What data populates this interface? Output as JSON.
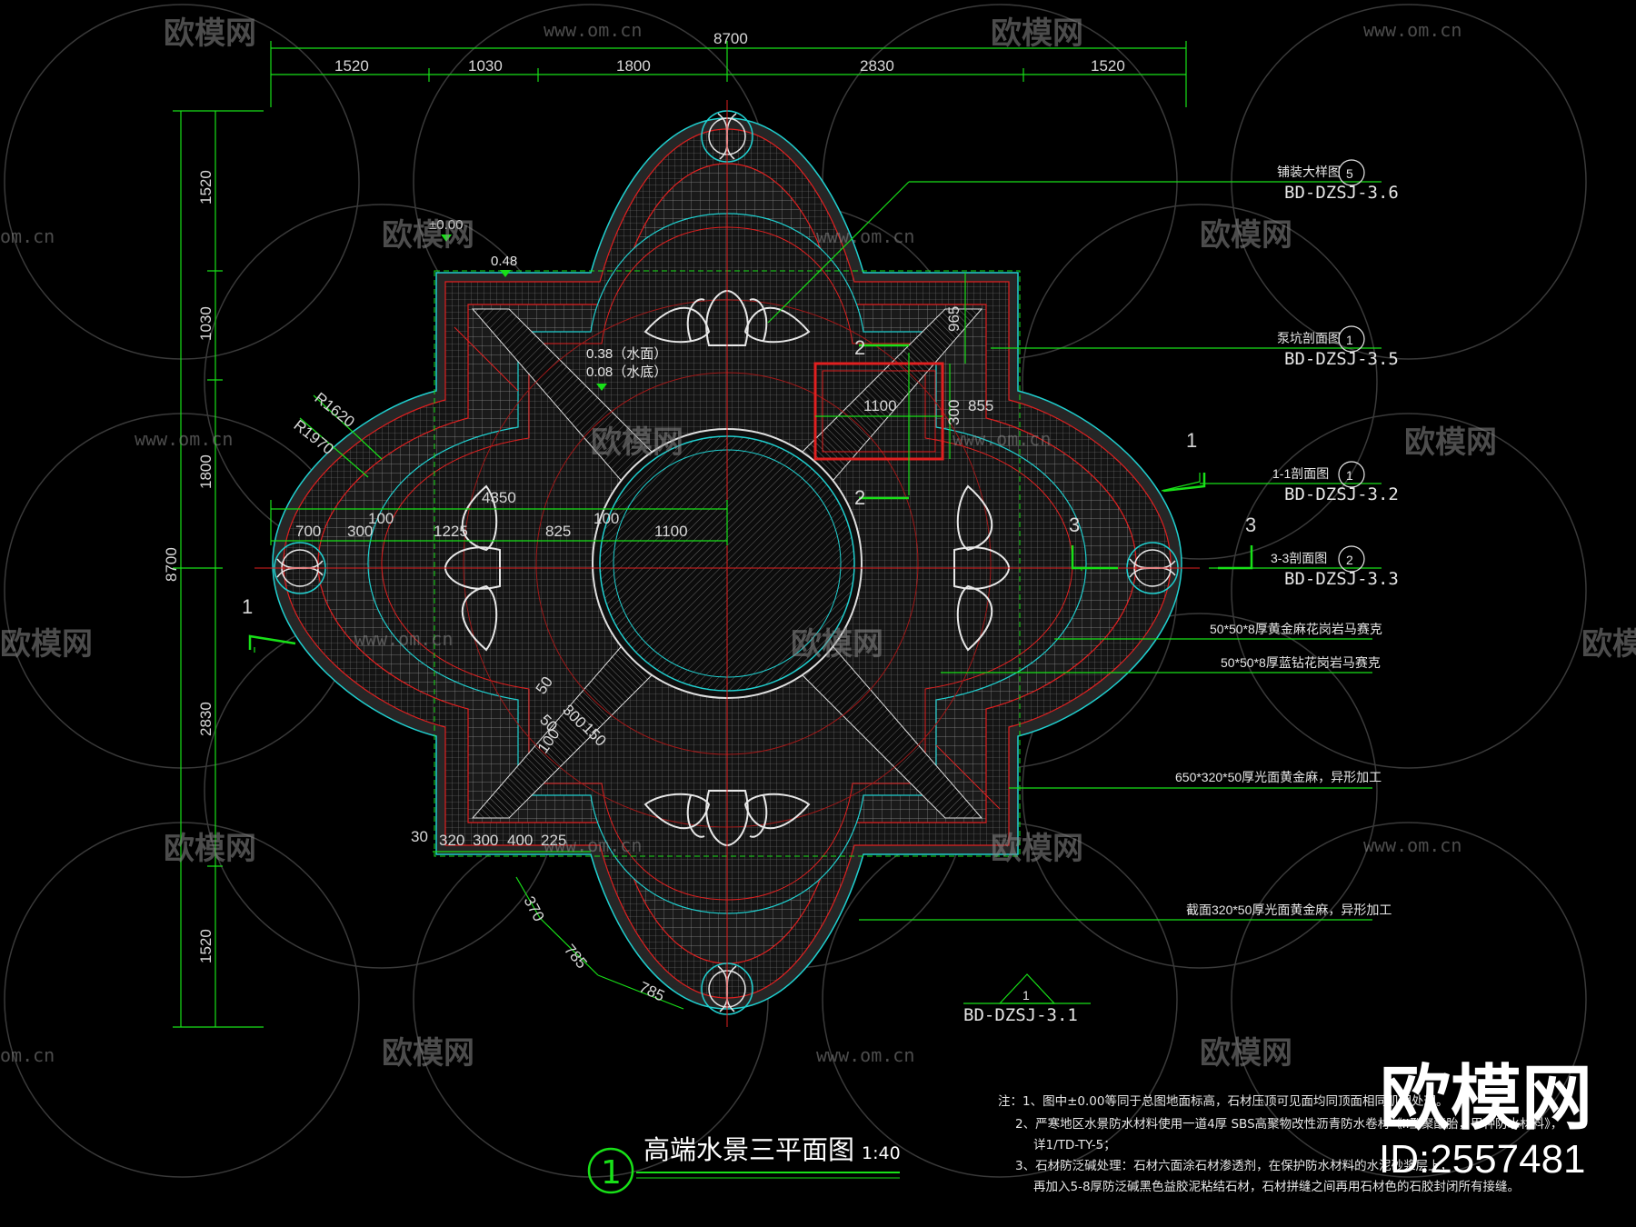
{
  "title": {
    "number": "1",
    "text": "高端水景三平面图",
    "scale": "1:40"
  },
  "dims_top": {
    "total": "8700",
    "segments": [
      "1520",
      "1030",
      "1800",
      "2830",
      "1520"
    ]
  },
  "dims_left": {
    "total": "8700",
    "segments": [
      "1520",
      "1030",
      "1800",
      "2830",
      "1520"
    ]
  },
  "dims_inner": {
    "r1": "R1620",
    "r2": "R1970",
    "row_top": [
      "700",
      "300",
      "100",
      "1225",
      "825",
      "100",
      "1100"
    ],
    "d4350": "4350",
    "box_w": "1100",
    "box_h": "300",
    "d965": "965",
    "d855": "855",
    "bottom_row": [
      "30",
      "320",
      "300",
      "400",
      "225"
    ],
    "diag": [
      "50",
      "300",
      "150",
      "50",
      "100"
    ],
    "arc": [
      "370",
      "785",
      "785"
    ]
  },
  "elevations": {
    "e0": "±0.00",
    "e1": "0.48",
    "e2": "0.38（水面）",
    "e3": "0.08（水底）"
  },
  "section_marks": {
    "s1": "1",
    "s2": "2",
    "s3": "3"
  },
  "callouts": [
    {
      "label": "铺装大样图",
      "num": "5",
      "ref": "BD-DZSJ-3.6"
    },
    {
      "label": "泵坑剖面图",
      "num": "1",
      "ref": "BD-DZSJ-3.5"
    },
    {
      "label": "1-1剖面图",
      "num": "1",
      "ref": "BD-DZSJ-3.2"
    },
    {
      "label": "3-3剖面图",
      "num": "2",
      "ref": "BD-DZSJ-3.3"
    }
  ],
  "materials": [
    "50*50*8厚黄金麻花岗岩马赛克",
    "50*50*8厚蓝钻花岗岩马赛克",
    "650*320*50厚光面黄金麻，异形加工",
    "截面320*50厚光面黄金麻，异形加工"
  ],
  "index_mark": {
    "num": "1",
    "ref": "BD-DZSJ-3.1"
  },
  "notes": [
    "注：1、图中±0.00等同于总图地面标高，石材压顶可见面均同顶面相同肌理处理。",
    "2、严寒地区水景防水材料使用一道4厚 SBS高聚物改性沥青防水卷材《II型聚酯胎，甲种防水材料》，",
    "详1/TD-TY-5；",
    "3、石材防泛碱处理：石材六面涂石材渗透剂，在保护防水材料的水泥砂浆层上，",
    "再加入5-8厚防泛碱黑色益胶泥粘结石材，石材拼缝之间再用石材色的石胶封闭所有接缝。"
  ],
  "watermark": {
    "logo": "欧模网",
    "url": "www.om.cn",
    "url_short": "om.cn"
  },
  "brand": {
    "name": "欧模网",
    "id": "ID:2557481"
  },
  "colors": {
    "bg": "#000000",
    "green": "#18e018",
    "red": "#e02020",
    "cyan": "#20d0d0",
    "white": "#ffffff",
    "grey": "#9a9a9a"
  }
}
